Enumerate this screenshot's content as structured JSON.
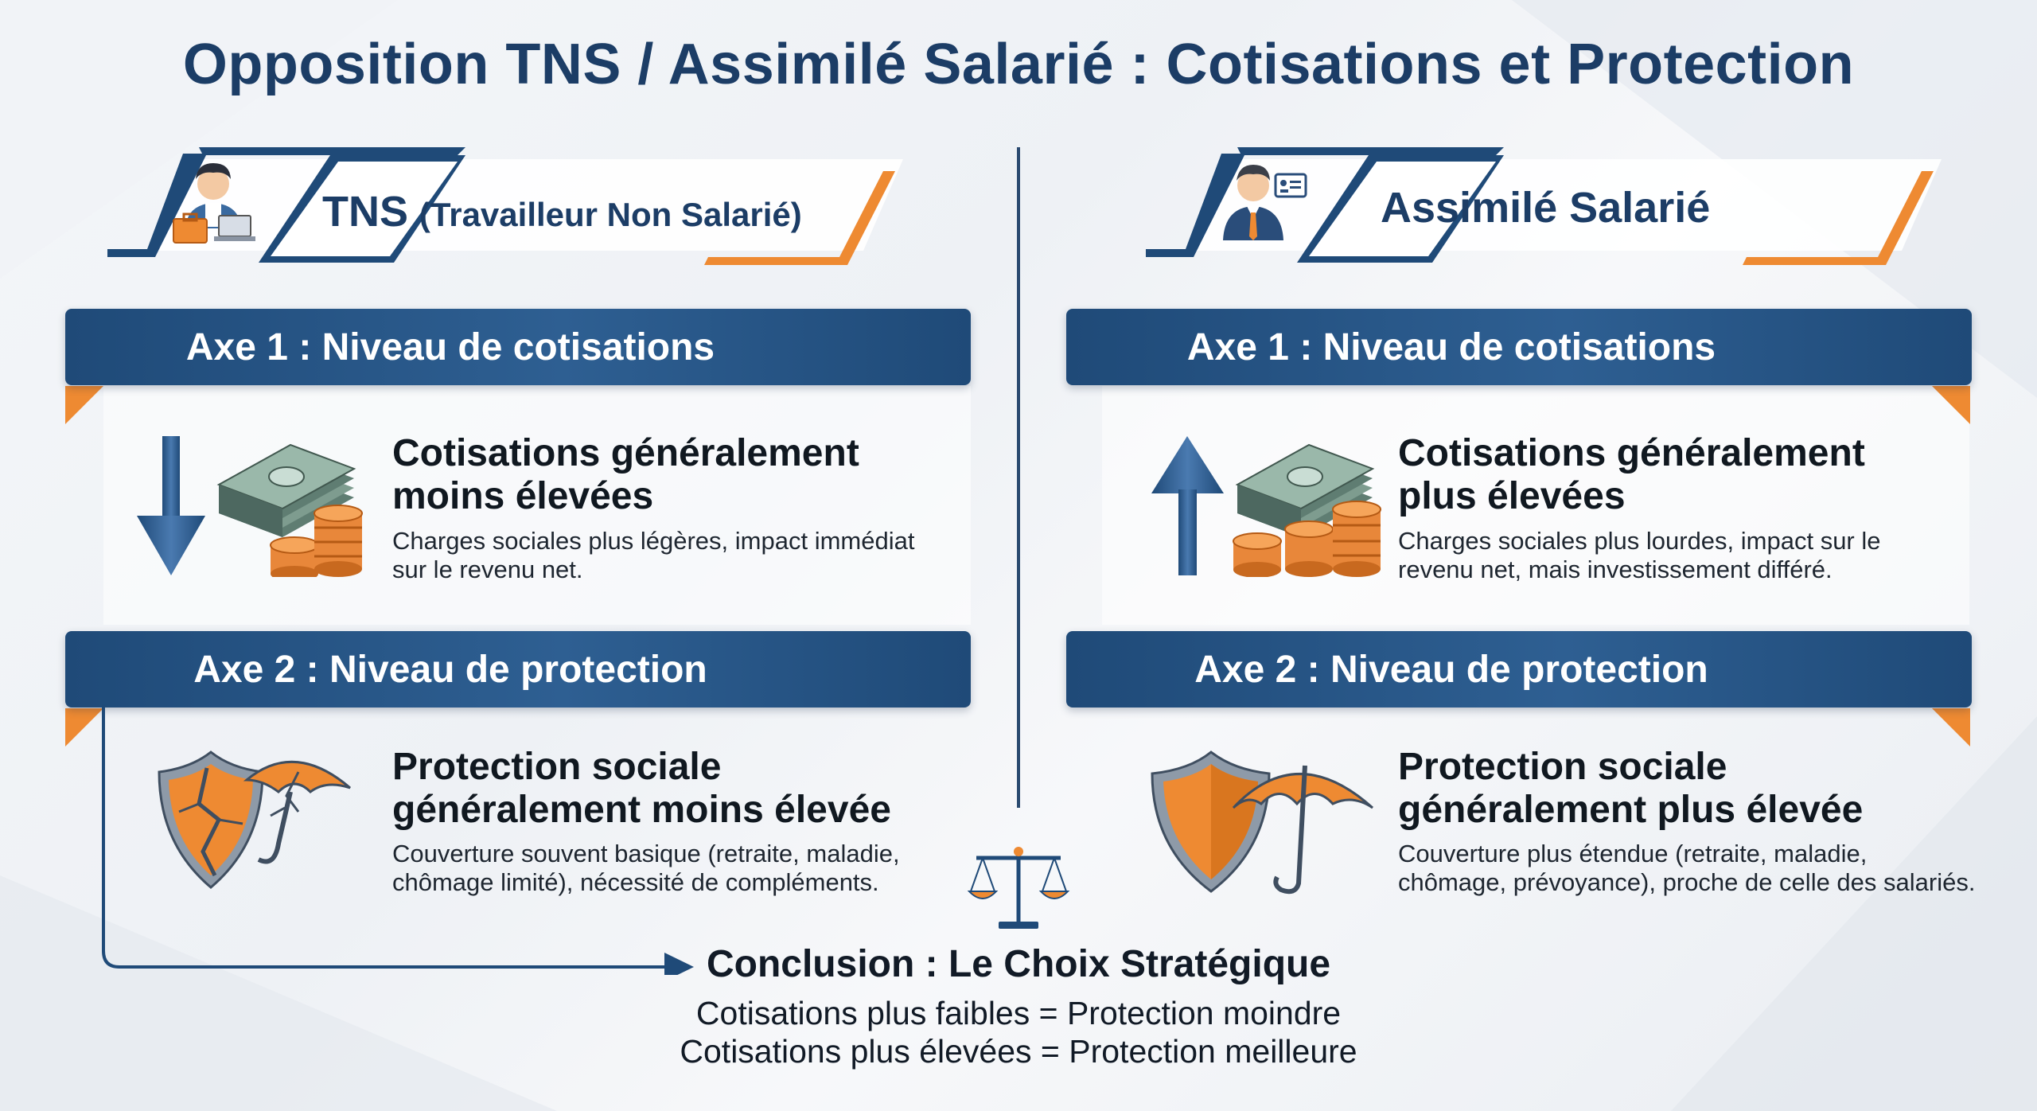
{
  "title": "Opposition TNS / Assimilé Salarié : Cotisations et Protection",
  "colors": {
    "navy": "#1c3d66",
    "blue": "#2e5f92",
    "orange": "#ee8a32",
    "steel": "#4a6a8f"
  },
  "left": {
    "banner_bold": "TNS",
    "banner_rest": "(Travailleur Non Salarié)",
    "avatar_icon": "worker-with-toolbox-and-laptop-icon",
    "axis1": {
      "label": "Axe 1 : Niveau de cotisations",
      "arrow_icon": "arrow-down-icon",
      "money_icon": "money-stack-coins-icon",
      "heading_line1": "Cotisations généralement",
      "heading_line2": "moins élevées",
      "desc_line1": "Charges sociales plus légères, impact immédiat",
      "desc_line2": "sur le revenu net."
    },
    "axis2": {
      "label": "Axe 2 : Niveau de protection",
      "icon": "broken-shield-and-umbrella-icon",
      "heading_line1": "Protection sociale",
      "heading_line2": "généralement moins élevée",
      "desc_line1": "Couverture souvent basique (retraite, maladie,",
      "desc_line2": "chômage limité), nécessité de compléments."
    }
  },
  "right": {
    "banner_text": "Assimilé Salarié",
    "avatar_icon": "businessman-with-id-card-icon",
    "axis1": {
      "label": "Axe 1 : Niveau de cotisations",
      "arrow_icon": "arrow-up-icon",
      "money_icon": "money-stack-coins-icon",
      "heading_line1": "Cotisations généralement",
      "heading_line2": "plus élevées",
      "desc_line1": "Charges sociales plus lourdes, impact sur le",
      "desc_line2": "revenu net, mais investissement différé."
    },
    "axis2": {
      "label": "Axe 2 : Niveau de protection",
      "icon": "shield-and-umbrella-icon",
      "heading_line1": "Protection sociale",
      "heading_line2": "généralement plus élevée",
      "desc_line1": "Couverture plus étendue (retraite, maladie,",
      "desc_line2": "chômage, prévoyance), proche de celle des salariés."
    }
  },
  "conclusion": {
    "icon": "balance-scale-icon",
    "title": "Conclusion : Le Choix Stratégique",
    "line1": "Cotisations plus faibles = Protection moindre",
    "line2": "Cotisations plus élevées = Protection meilleure"
  }
}
